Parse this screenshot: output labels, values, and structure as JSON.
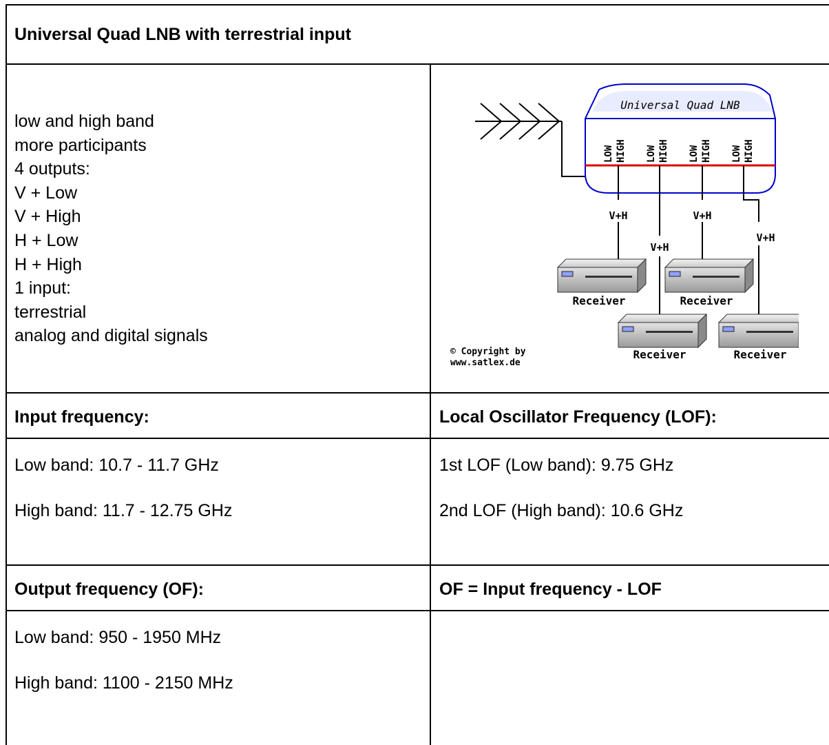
{
  "title": "Universal Quad LNB with terrestrial input",
  "features": [
    "low and high band",
    "more participants",
    "4 outputs:",
    "V + Low",
    "V + High",
    "H + Low",
    "H + High",
    "1 input:",
    "terrestrial",
    "analog and digital signals"
  ],
  "diagram": {
    "lnb_label": "Universal Quad LNB",
    "port_labels": [
      "LOW",
      "HIGH"
    ],
    "vh_label": "V+H",
    "receiver_label": "Receiver",
    "copyright_line1": "© Copyright by",
    "copyright_line2": "www.satlex.de"
  },
  "input_section": {
    "header": "Input frequency:",
    "low": "Low band: 10.7 - 11.7 GHz",
    "high": "High band: 11.7 - 12.75 GHz"
  },
  "lof_section": {
    "header": "Local Oscillator Frequency (LOF):",
    "first": "1st LOF (Low band): 9.75 GHz",
    "second": "2nd LOF (High band): 10.6 GHz"
  },
  "output_section": {
    "header": "Output frequency (OF):",
    "low": "Low band: 950 - 1950 MHz",
    "high": "High band: 1100 - 2150 MHz"
  },
  "formula": "OF = Input frequency - LOF"
}
